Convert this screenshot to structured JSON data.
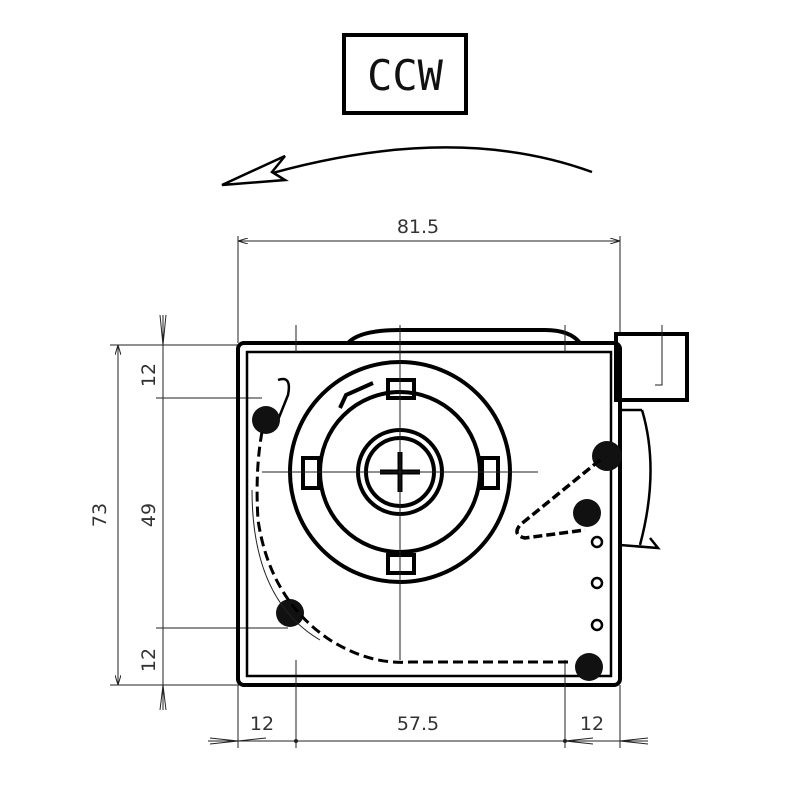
{
  "title": "CCW",
  "rotation_direction": "counter-clockwise",
  "dimensions": {
    "overall_width": "81.5",
    "overall_height": "73",
    "mount_vertical_spacing": "49",
    "top_offset": "12",
    "bottom_offset": "12",
    "left_offset": "12",
    "mount_horizontal_spacing": "57.5",
    "right_offset": "12"
  }
}
